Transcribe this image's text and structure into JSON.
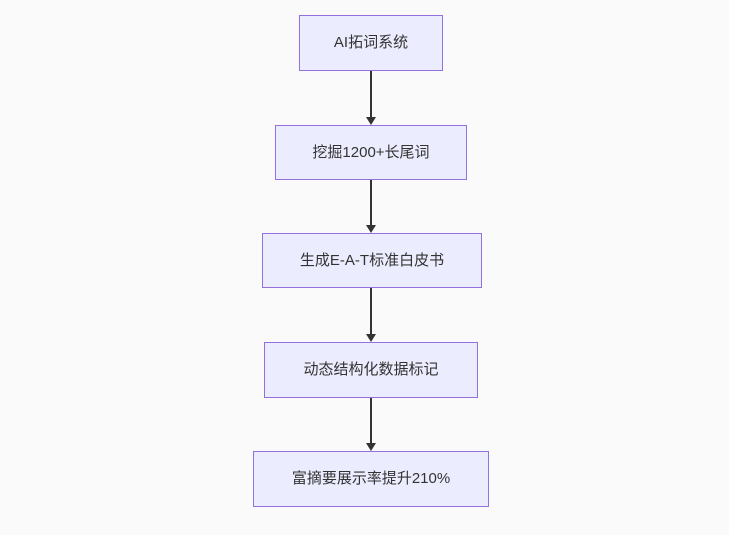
{
  "diagram": {
    "type": "flowchart",
    "direction": "top-down",
    "nodes": [
      {
        "label": "AI拓词系统"
      },
      {
        "label": "挖掘1200+长尾词"
      },
      {
        "label": "生成E-A-T标准白皮书"
      },
      {
        "label": "动态结构化数据标记"
      },
      {
        "label": "富摘要展示率提升210%"
      }
    ],
    "edges": [
      {
        "from": 0,
        "to": 1
      },
      {
        "from": 1,
        "to": 2
      },
      {
        "from": 2,
        "to": 3
      },
      {
        "from": 3,
        "to": 4
      }
    ],
    "colors": {
      "node_fill": "#ECECFF",
      "node_border": "#9370DB",
      "text": "#333333",
      "arrow": "#333333",
      "background": "#fafafa"
    }
  }
}
